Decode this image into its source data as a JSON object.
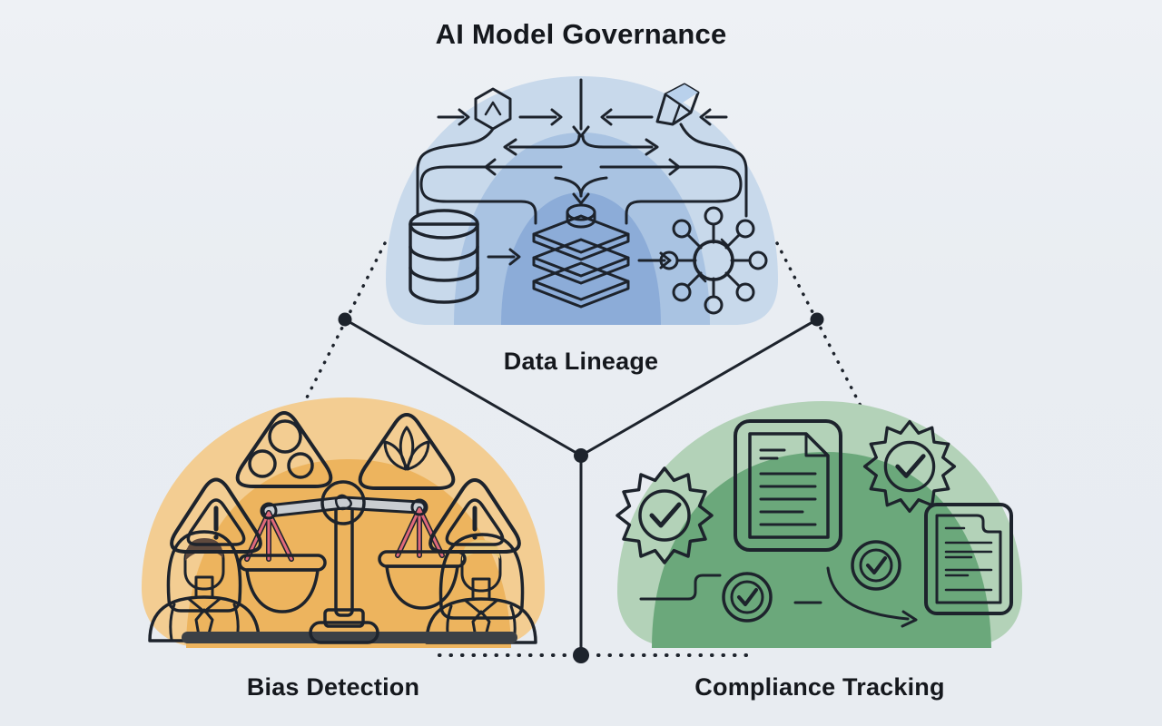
{
  "title": "AI Model Governance",
  "nodes": {
    "data_lineage": {
      "label": "Data Lineage",
      "theme_color": "#8cacd8",
      "icons": [
        "hexagon-chip-icon",
        "crystal-icon",
        "flow-arrows",
        "database-icon",
        "layer-stack-icon",
        "network-hub-icon"
      ]
    },
    "bias_detection": {
      "label": "Bias Detection",
      "theme_color": "#edb45e",
      "icons": [
        "warning-triangle-orange-icon",
        "category-balls-triangle-icon",
        "leaves-triangle-icon",
        "warning-triangle-red-icon",
        "balance-scale-icon",
        "person-blue-suit",
        "person-red-suit"
      ]
    },
    "compliance_tracking": {
      "label": "Compliance Tracking",
      "theme_color": "#6ba87b",
      "icons": [
        "seal-check-orange-icon",
        "document-blue-icon",
        "seal-check-gray-icon",
        "document-red-icon",
        "check-circle-icon",
        "check-circle-icon",
        "flow-arrow"
      ]
    }
  },
  "connections": [
    {
      "from": "data_lineage",
      "to": "bias_detection",
      "style": "dotted"
    },
    {
      "from": "data_lineage",
      "to": "compliance_tracking",
      "style": "dotted"
    },
    {
      "from": "data_lineage",
      "to": "center_hub",
      "style": "solid"
    },
    {
      "from": "center_hub",
      "to": "bottom_divider",
      "style": "solid"
    },
    {
      "from": "bias_detection",
      "to": "compliance_tracking",
      "style": "dotted"
    }
  ],
  "colors": {
    "background": "#e9edf2",
    "ink": "#1d232c",
    "blue_blob_outer": "#c8d9eb",
    "blue_blob_mid": "#a9c3e2",
    "blue_blob_inner": "#8cacd8",
    "orange_blob_outer": "#f3cd92",
    "orange_blob_inner": "#edb45e",
    "green_blob_outer": "#b3d2b8",
    "green_blob_inner": "#6ba87b",
    "accent_red": "#ed7568",
    "accent_green": "#63a569",
    "seal_orange": "#f1ba5e",
    "seal_gray": "#c6c6ca",
    "icon_blue": "#93b7e4"
  }
}
